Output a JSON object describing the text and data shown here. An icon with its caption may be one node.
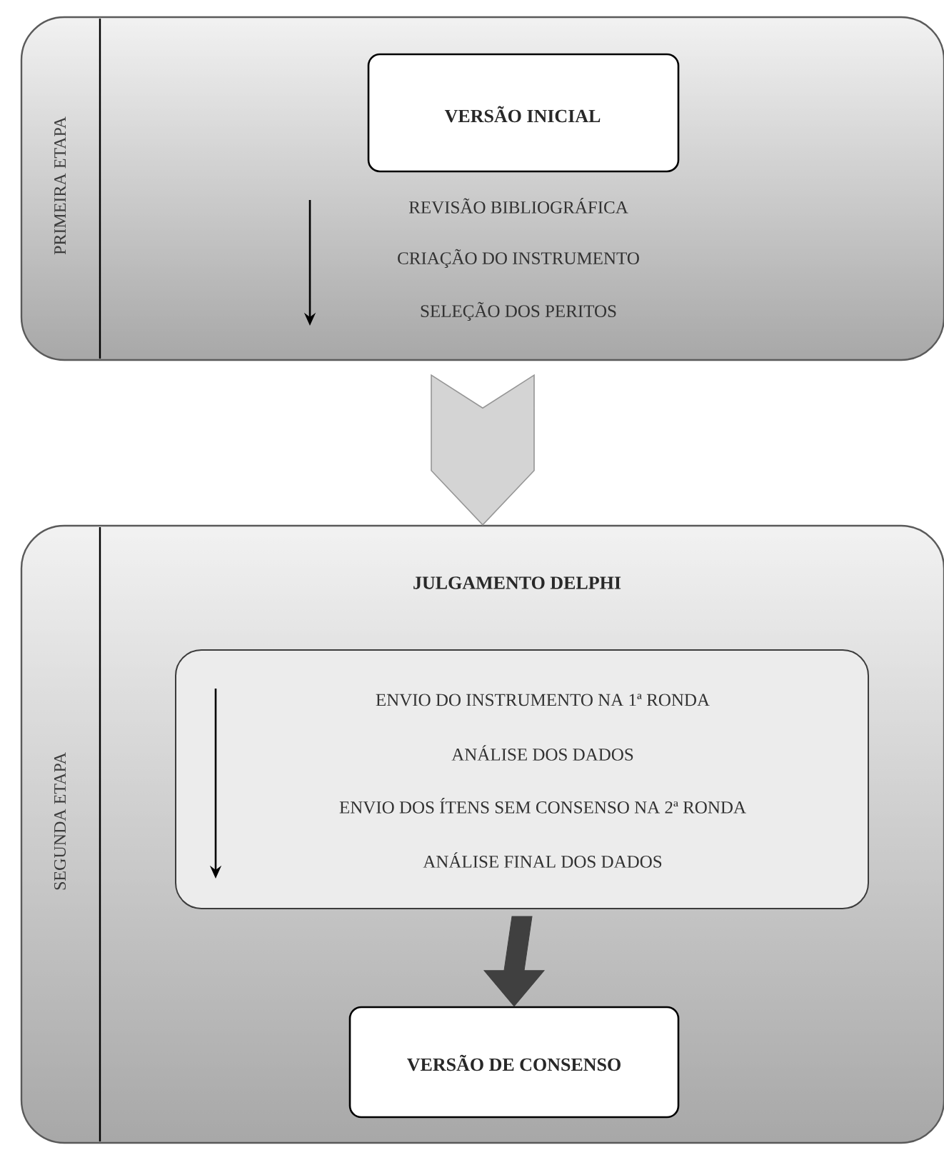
{
  "diagram": {
    "nodes": [
      {
        "text": [
          "PRIMEIRA ETAPA",
          "REVISÃO BIBLIOGRÁFICA",
          "CRIAÇÃO DO INSTRUMENTO",
          "SELEÇÃO DOS PERITOS"
        ]
      },
      {
        "text": [
          "VERSÃO INICIAL"
        ],
        "in": 0
      },
      {
        "text": [
          "SEGUNDA ETAPA",
          "JULGAMENTO DELPHI"
        ]
      },
      {
        "text": [
          "ENVIO DO INSTRUMENTO NA 1ª RONDA",
          "ANÁLISE DOS DADOS",
          "ENVIO DOS ÍTENS SEM CONSENSO NA 2ª  RONDA",
          "ANÁLISE FINAL DOS DADOS"
        ],
        "in": 2
      },
      {
        "text": [
          "VERSÃO DE CONSENSO"
        ],
        "in": 2
      }
    ],
    "edges": [
      {
        "from": 0,
        "to": 2,
        "arrow": "to",
        "style": "thick",
        "color": "#d4d4d4"
      },
      {
        "from": 3,
        "to": 4,
        "arrow": "to",
        "style": "thick",
        "color": "#404040"
      }
    ]
  }
}
